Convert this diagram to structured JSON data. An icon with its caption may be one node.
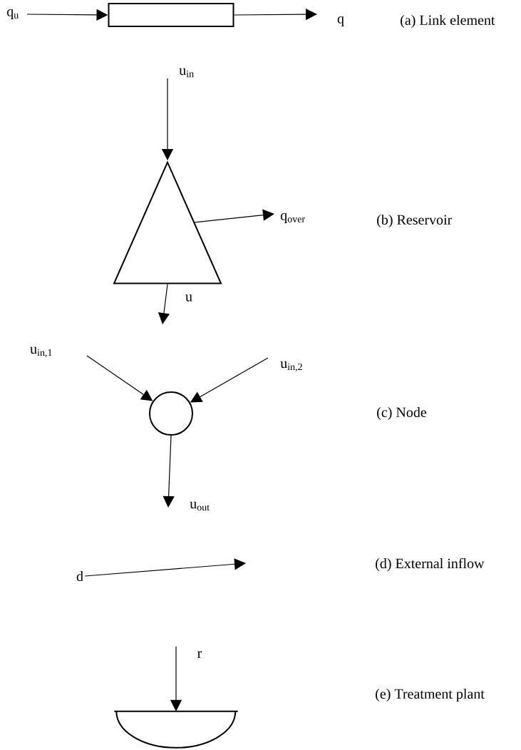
{
  "diagram": {
    "nodes": [
      {
        "text": [],
        "shape": "box"
      },
      {
        "text": [],
        "shape": "triangle"
      },
      {
        "text": [],
        "shape": "circle"
      },
      {
        "text": [
          "d"
        ]
      },
      {
        "text": [],
        "shape": "bowl"
      }
    ],
    "edges": [
      {
        "from": null,
        "to": 0,
        "arrow": "to",
        "label": "q$_{u}$"
      },
      {
        "from": 0,
        "to": null,
        "arrow": "to",
        "label": "q"
      },
      {
        "from": null,
        "to": 1,
        "arrow": "to",
        "label": "u$_{in}$"
      },
      {
        "from": 1,
        "to": null,
        "arrow": "to",
        "label": "q$_{over}$"
      },
      {
        "from": 1,
        "to": null,
        "arrow": "to",
        "label": "u"
      },
      {
        "from": null,
        "to": 2,
        "arrow": "to",
        "label": "u$_{in,1}$"
      },
      {
        "from": null,
        "to": 2,
        "arrow": "to",
        "label": "u$_{in,2}$"
      },
      {
        "from": 2,
        "to": null,
        "arrow": "to",
        "label": "u$_{out}$"
      },
      {
        "from": 3,
        "to": null,
        "arrow": "to"
      },
      {
        "from": null,
        "to": 4,
        "arrow": "to",
        "label": "r"
      }
    ],
    "labels": [
      "(a) Link element",
      "(b) Reservoir",
      "(c) Node",
      "(d) External inflow",
      "(e) Treatment plant"
    ]
  }
}
